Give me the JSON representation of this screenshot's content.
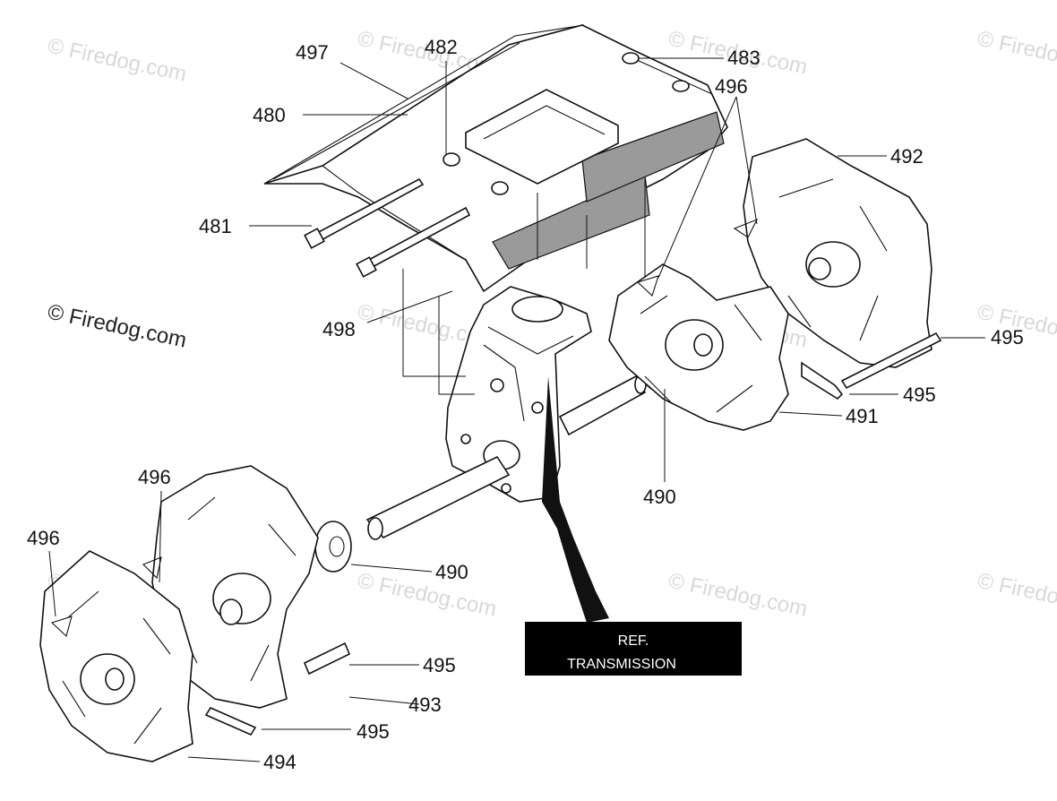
{
  "watermark": {
    "text": "© Firedog.com"
  },
  "ref_box": {
    "line1": "REF.",
    "line2": "TRANSMISSION"
  },
  "labels": {
    "p497": "497",
    "p482": "482",
    "p483": "483",
    "p496_top": "496",
    "p480": "480",
    "p492": "492",
    "p481": "481",
    "p498": "498",
    "p495_right_upper": "495",
    "p495_right_lower": "495",
    "p491": "491",
    "p490_right": "490",
    "p496_left_upper": "496",
    "p496_left_lower": "496",
    "p490_left": "490",
    "p495_left_upper": "495",
    "p493": "493",
    "p495_left_lower": "495",
    "p494": "494"
  },
  "colors": {
    "line": "#111111",
    "watermark": "#d8d8d8",
    "ref_fill": "#000000",
    "shade": "#9a9a9a"
  }
}
